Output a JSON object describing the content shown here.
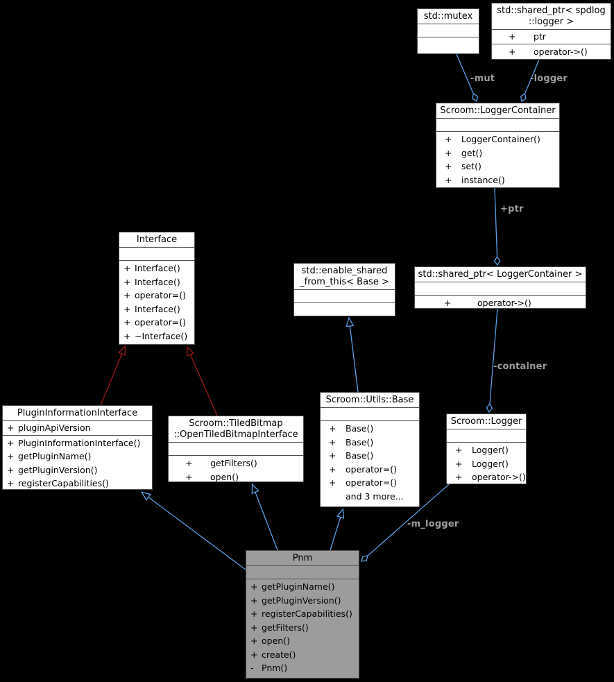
{
  "diagram": {
    "type": "uml-class-collaboration-diagram",
    "focus_class": "Pnm",
    "colors": {
      "background": "#000000",
      "box_fill": "#ffffff",
      "highlight_fill": "#9c9c9c",
      "box_border": "#4f4f4f",
      "aggregation_edge": "#5c9fe8",
      "inheritance_edge_red": "#9c1a1a",
      "inheritance_edge_blue": "#5c9fe8",
      "edge_label_color": "#9e9e9e"
    }
  },
  "classes": [
    {
      "id": "mutex",
      "title": [
        "std::mutex"
      ],
      "attributes": [],
      "methods": []
    },
    {
      "id": "spdlog_ptr",
      "title": [
        "std::shared_ptr< spdlog",
        "::logger >"
      ],
      "attributes": [
        {
          "sign": "+",
          "name": "ptr"
        }
      ],
      "methods": [
        {
          "sign": "+",
          "name": "operator->()"
        }
      ]
    },
    {
      "id": "logger_container",
      "title": [
        "Scroom::LoggerContainer"
      ],
      "attributes": [],
      "methods": [
        {
          "sign": "+",
          "name": "LoggerContainer()"
        },
        {
          "sign": "+",
          "name": "get()"
        },
        {
          "sign": "+",
          "name": "set()"
        },
        {
          "sign": "+",
          "name": "instance()"
        }
      ]
    },
    {
      "id": "interface",
      "title": [
        "Interface"
      ],
      "attributes": [],
      "methods": [
        {
          "sign": "+",
          "name": "Interface()"
        },
        {
          "sign": "+",
          "name": "Interface()"
        },
        {
          "sign": "+",
          "name": "operator=()"
        },
        {
          "sign": "+",
          "name": "Interface()"
        },
        {
          "sign": "+",
          "name": "operator=()"
        },
        {
          "sign": "+",
          "name": "~Interface()"
        }
      ]
    },
    {
      "id": "enable_shared",
      "title": [
        "std::enable_shared",
        "_from_this< Base >"
      ],
      "attributes": [],
      "methods": []
    },
    {
      "id": "lc_ptr",
      "title": [
        "std::shared_ptr< LoggerContainer >"
      ],
      "attributes": [],
      "methods": [
        {
          "sign": "+",
          "name": "operator->()"
        }
      ]
    },
    {
      "id": "plugin_info",
      "title": [
        "PluginInformationInterface"
      ],
      "attributes": [
        {
          "sign": "+",
          "name": "pluginApiVersion"
        }
      ],
      "methods": [
        {
          "sign": "+",
          "name": "PluginInformationInterface()"
        },
        {
          "sign": "+",
          "name": "getPluginName()"
        },
        {
          "sign": "+",
          "name": "getPluginVersion()"
        },
        {
          "sign": "+",
          "name": "registerCapabilities()"
        }
      ]
    },
    {
      "id": "open_tiled",
      "title": [
        "Scroom::TiledBitmap",
        "::OpenTiledBitmapInterface"
      ],
      "attributes": [],
      "methods": [
        {
          "sign": "+",
          "name": "getFilters()"
        },
        {
          "sign": "+",
          "name": "open()"
        }
      ]
    },
    {
      "id": "base",
      "title": [
        "Scroom::Utils::Base"
      ],
      "attributes": [],
      "methods": [
        {
          "sign": "+",
          "name": "Base()"
        },
        {
          "sign": "+",
          "name": "Base()"
        },
        {
          "sign": "+",
          "name": "Base()"
        },
        {
          "sign": "+",
          "name": "operator=()"
        },
        {
          "sign": "+",
          "name": "operator=()"
        },
        {
          "sign": "",
          "name": "and 3 more..."
        }
      ]
    },
    {
      "id": "logger",
      "title": [
        "Scroom::Logger"
      ],
      "attributes": [],
      "methods": [
        {
          "sign": "+",
          "name": "Logger()"
        },
        {
          "sign": "+",
          "name": "Logger()"
        },
        {
          "sign": "+",
          "name": "operator->()"
        }
      ]
    },
    {
      "id": "pnm",
      "title": [
        "Pnm"
      ],
      "highlight": true,
      "attributes": [],
      "methods": [
        {
          "sign": "+",
          "name": "getPluginName()"
        },
        {
          "sign": "+",
          "name": "getPluginVersion()"
        },
        {
          "sign": "+",
          "name": "registerCapabilities()"
        },
        {
          "sign": "+",
          "name": "getFilters()"
        },
        {
          "sign": "+",
          "name": "open()"
        },
        {
          "sign": "+",
          "name": "create()"
        },
        {
          "sign": "-",
          "name": "Pnm()"
        }
      ]
    }
  ],
  "edges": {
    "mut": {
      "label": "-mut",
      "type": "aggregation",
      "from": "mutex",
      "to": "logger_container"
    },
    "logger": {
      "label": "-logger",
      "type": "aggregation",
      "from": "spdlog_ptr",
      "to": "logger_container"
    },
    "ptr": {
      "label": "+ptr",
      "type": "aggregation",
      "from": "logger_container",
      "to": "lc_ptr"
    },
    "container": {
      "label": "-container",
      "type": "aggregation",
      "from": "lc_ptr",
      "to": "logger"
    },
    "m_logger": {
      "label": "-m_logger",
      "type": "aggregation",
      "from": "logger",
      "to": "pnm"
    },
    "inh_plugin_interface": {
      "label": "",
      "type": "inheritance-red",
      "from": "plugin_info",
      "to": "interface"
    },
    "inh_tiled_interface": {
      "label": "",
      "type": "inheritance-red",
      "from": "open_tiled",
      "to": "interface"
    },
    "inh_base_enableshared": {
      "label": "",
      "type": "inheritance-blue",
      "from": "base",
      "to": "enable_shared"
    },
    "inh_pnm_plugin": {
      "label": "",
      "type": "inheritance-blue",
      "from": "pnm",
      "to": "plugin_info"
    },
    "inh_pnm_tiled": {
      "label": "",
      "type": "inheritance-blue",
      "from": "pnm",
      "to": "open_tiled"
    },
    "inh_pnm_base": {
      "label": "",
      "type": "inheritance-blue",
      "from": "pnm",
      "to": "base"
    }
  }
}
